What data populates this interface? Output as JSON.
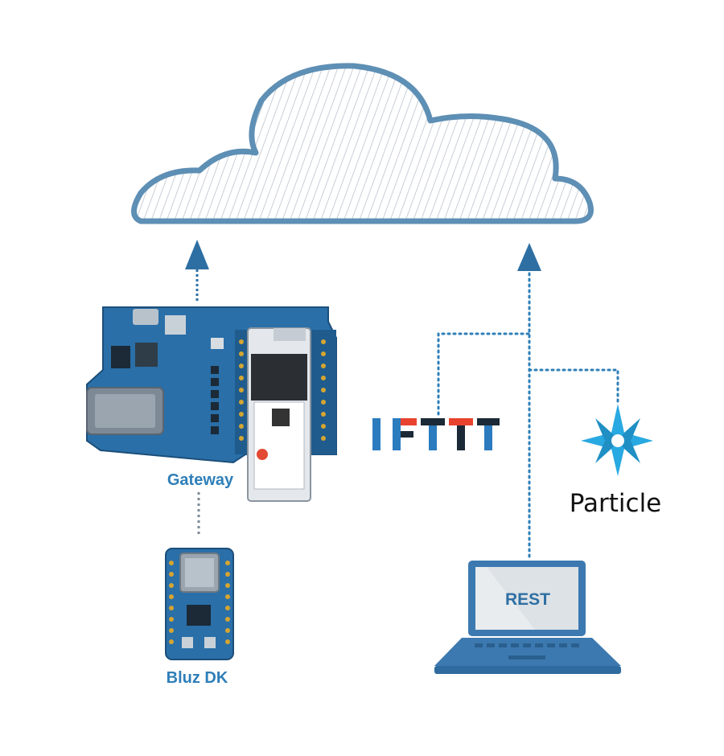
{
  "labels": {
    "gateway": "Gateway",
    "bluz_dk": "Bluz DK",
    "particle": "Particle",
    "rest": "REST"
  },
  "logos": {
    "ifttt": "IFTTT"
  },
  "colors": {
    "cloud_outline": "#5e8fb5",
    "arrow": "#2e6fa3",
    "dotted_line": "#2e7fb8",
    "board": "#2a6fa8",
    "label_text": "#2e7fb8",
    "particle_star": "#29a9e1",
    "laptop": "#3c79b0",
    "ifttt_red": "#e8432f",
    "ifttt_blue": "#2b7bbf"
  },
  "icons": [
    "cloud-icon",
    "up-arrow-icon",
    "gateway-board-icon",
    "bluz-dk-board-icon",
    "ifttt-logo-icon",
    "particle-star-icon",
    "laptop-icon"
  ]
}
